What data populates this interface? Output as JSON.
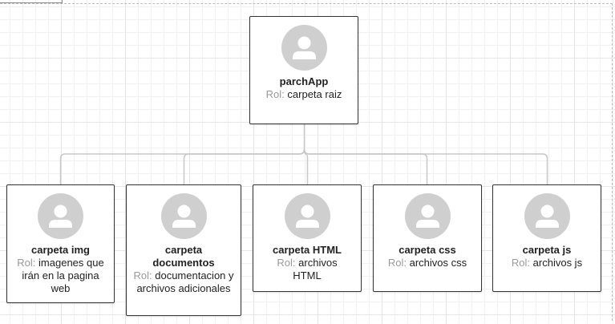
{
  "org_chart": {
    "root": {
      "name": "parchApp",
      "role_label": "Rol:",
      "role": "carpeta raiz",
      "avatar_icon": "user-avatar-icon"
    },
    "children": [
      {
        "id": "img",
        "name": "carpeta img",
        "role_label": "Rol:",
        "role": "imagenes que irán en la pagina web",
        "avatar_icon": "user-avatar-icon"
      },
      {
        "id": "docs",
        "name": "carpeta documentos",
        "role_label": "Rol:",
        "role": "documentacion y archivos adicionales",
        "avatar_icon": "user-avatar-icon"
      },
      {
        "id": "html",
        "name": "carpeta HTML",
        "role_label": "Rol:",
        "role": "archivos HTML",
        "avatar_icon": "user-avatar-icon"
      },
      {
        "id": "css",
        "name": "carpeta css",
        "role_label": "Rol:",
        "role": "archivos css",
        "avatar_icon": "user-avatar-icon"
      },
      {
        "id": "js",
        "name": "carpeta js",
        "role_label": "Rol:",
        "role": "archivos js",
        "avatar_icon": "user-avatar-icon"
      }
    ],
    "colors": {
      "connector": "#c8c8c8",
      "avatar": "#cfcfcf",
      "role_label": "#9a9a9a",
      "border": "#333333"
    }
  }
}
